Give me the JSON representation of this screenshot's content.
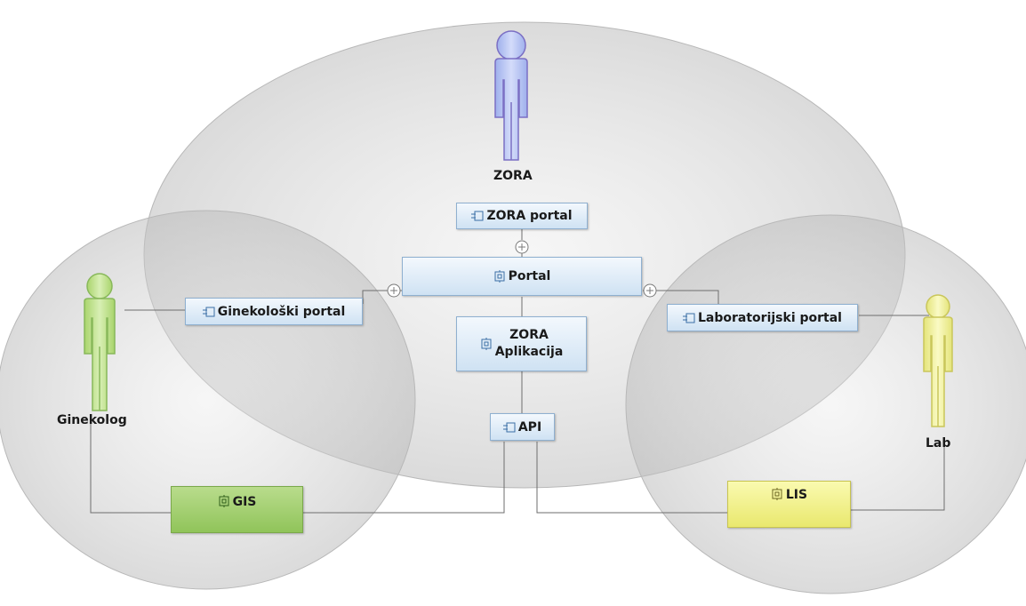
{
  "actors": {
    "zora": "ZORA",
    "ginekolog": "Ginekolog",
    "lab": "Lab"
  },
  "components": {
    "zora_portal": "ZORA portal",
    "portal": "Portal",
    "ginekoloski_portal": "Ginekološki portal",
    "laboratorijski_portal": "Laboratorijski portal",
    "zora_aplikacija_line1": "ZORA",
    "zora_aplikacija_line2": "Aplikacija",
    "api": "API",
    "gis": "GIS",
    "lis": "LIS"
  },
  "colors": {
    "actor_zora": "#b7c3f2",
    "actor_ginekolog": "#c2e293",
    "actor_lab": "#eded9a",
    "box_blue": "#d6e6f5",
    "box_green": "#9ccc66",
    "box_yellow": "#eeee80",
    "ellipse": "#d9d9d9"
  }
}
